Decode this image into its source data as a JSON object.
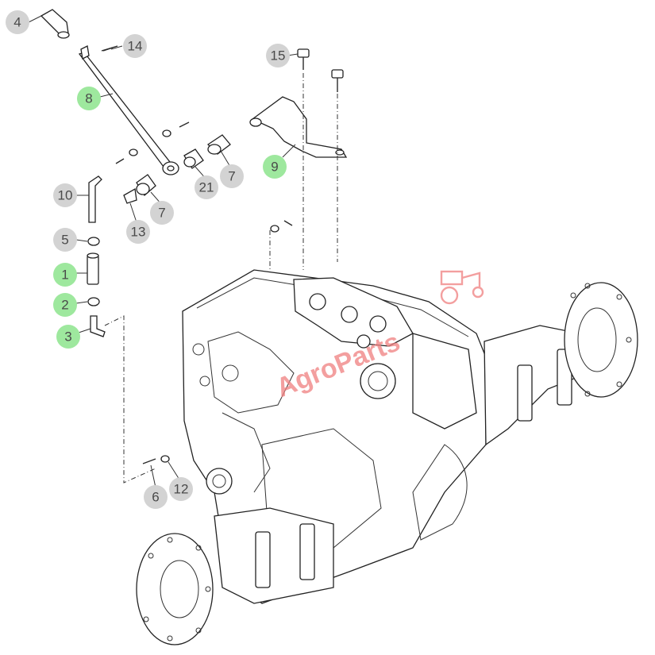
{
  "diagram": {
    "callouts": [
      {
        "id": "4",
        "label": "4",
        "highlighted": false
      },
      {
        "id": "14",
        "label": "14",
        "highlighted": false
      },
      {
        "id": "8",
        "label": "8",
        "highlighted": true
      },
      {
        "id": "15",
        "label": "15",
        "highlighted": false
      },
      {
        "id": "9",
        "label": "9",
        "highlighted": true
      },
      {
        "id": "7a",
        "label": "7",
        "highlighted": false
      },
      {
        "id": "21",
        "label": "21",
        "highlighted": false
      },
      {
        "id": "7b",
        "label": "7",
        "highlighted": false
      },
      {
        "id": "10",
        "label": "10",
        "highlighted": false
      },
      {
        "id": "13",
        "label": "13",
        "highlighted": false
      },
      {
        "id": "5",
        "label": "5",
        "highlighted": false
      },
      {
        "id": "1",
        "label": "1",
        "highlighted": true
      },
      {
        "id": "2",
        "label": "2",
        "highlighted": true
      },
      {
        "id": "3",
        "label": "3",
        "highlighted": true
      },
      {
        "id": "6",
        "label": "6",
        "highlighted": false
      },
      {
        "id": "12",
        "label": "12",
        "highlighted": false
      }
    ],
    "colors": {
      "callout_default": "#d3d3d3",
      "callout_highlight": "#9ee89e",
      "watermark": "#f08080"
    },
    "watermark_text": "AgroParts"
  }
}
